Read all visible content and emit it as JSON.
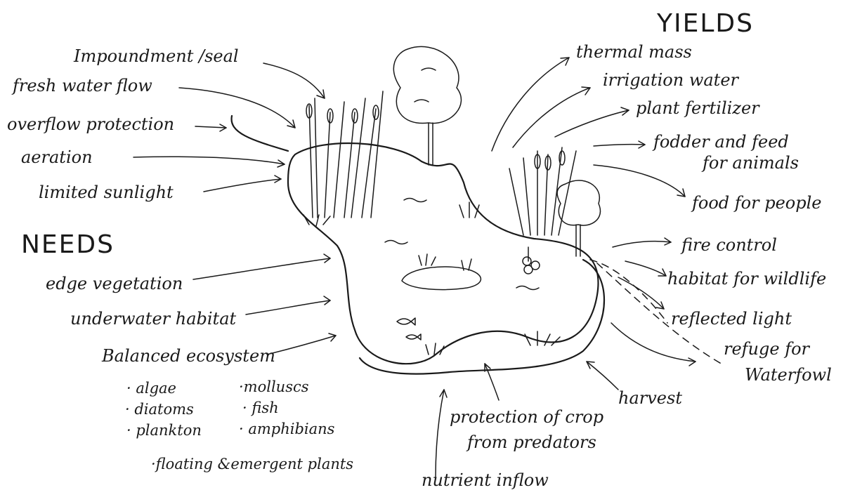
{
  "headings": {
    "needs": "NEEDS",
    "yields": "YIELDS"
  },
  "needs": {
    "impoundment": "Impoundment /seal",
    "fresh_water": "fresh water flow",
    "overflow": "overflow protection",
    "aeration": "aeration",
    "sunlight": "limited sunlight",
    "edge_vegetation": "edge vegetation",
    "underwater_habitat": "underwater habitat",
    "balanced_ecosystem": "Balanced ecosystem",
    "ecosystem_items": {
      "algae": "· algae",
      "diatoms": "· diatoms",
      "plankton": "· plankton",
      "molluscs": "·molluscs",
      "fish": "· fish",
      "amphibians": "· amphibians",
      "plants": "·floating &emergent plants"
    },
    "nutrient_inflow": "nutrient inflow"
  },
  "yields": {
    "thermal_mass": "thermal mass",
    "irrigation": "irrigation water",
    "fertilizer": "plant fertilizer",
    "fodder_line1": "fodder and feed",
    "fodder_line2": "for animals",
    "food": "food for people",
    "fire": "fire control",
    "habitat": "habitat for wildlife",
    "reflected": "reflected light",
    "refuge_line1": "refuge for",
    "refuge_line2": "Waterfowl",
    "harvest": "harvest",
    "protection_line1": "protection of crop",
    "protection_line2": "from predators"
  }
}
